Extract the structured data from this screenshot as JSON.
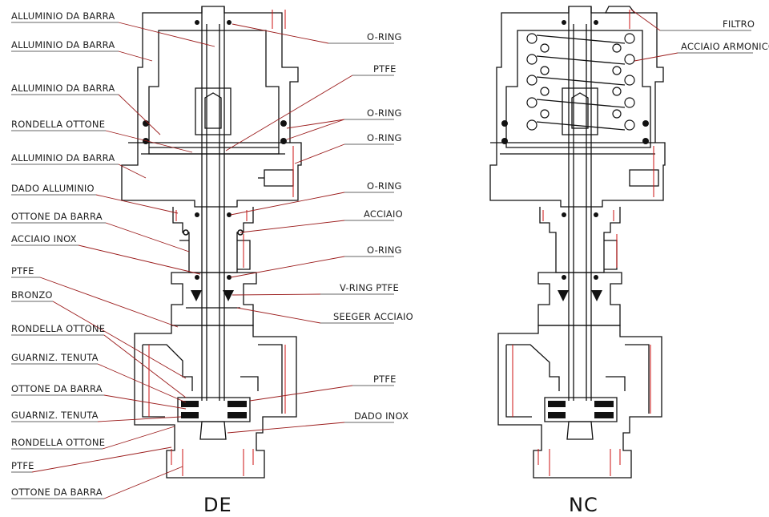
{
  "diagram_labels": {
    "left": [
      "ALLUMINIO DA BARRA",
      "ALLUMINIO DA BARRA",
      "ALLUMINIO DA BARRA",
      "RONDELLA OTTONE",
      "ALLUMINIO DA BARRA",
      "DADO ALLUMINIO",
      "OTTONE DA BARRA",
      "ACCIAIO INOX",
      "PTFE",
      "BRONZO",
      "RONDELLA OTTONE",
      "GUARNIZ. TENUTA",
      "OTTONE DA BARRA",
      "GUARNIZ. TENUTA",
      "RONDELLA OTTONE",
      "PTFE",
      "OTTONE DA BARRA"
    ],
    "middle": [
      "O-RING",
      "PTFE",
      "O-RING",
      "O-RING",
      "O-RING",
      "ACCIAIO",
      "O-RING",
      "V-RING PTFE",
      "SEEGER ACCIAIO",
      "PTFE",
      "DADO INOX"
    ],
    "right": [
      "FILTRO",
      "ACCIAIO ARMONICO"
    ]
  },
  "captions": {
    "left_valve": "DE",
    "right_valve": "NC"
  }
}
